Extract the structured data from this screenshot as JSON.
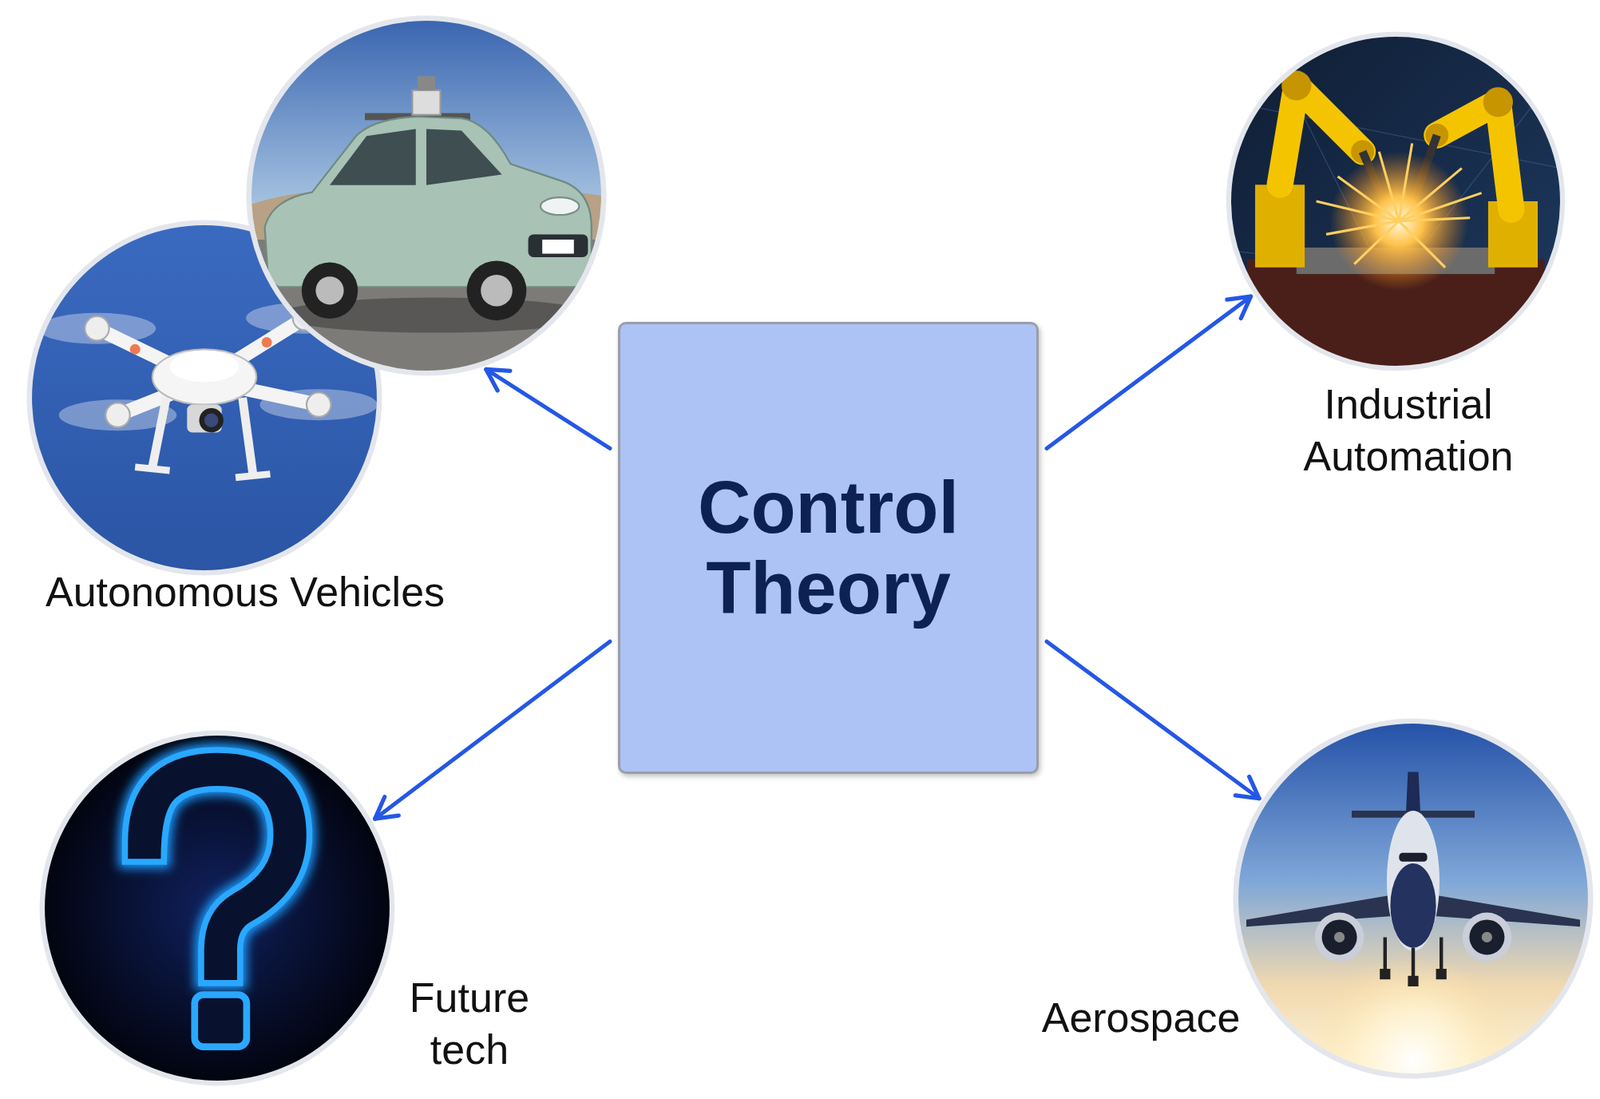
{
  "diagram": {
    "nodes": [
      {
        "text": [
          "Autonomous Vehicles"
        ]
      },
      {
        "text": [
          "Industrial Automation"
        ]
      },
      {
        "text": [
          "Control Theory"
        ]
      },
      {
        "text": [
          "Future tech"
        ]
      },
      {
        "text": [
          "Aerospace"
        ]
      }
    ],
    "edges": [
      {
        "from": 2,
        "to": 0,
        "arrow": "to"
      },
      {
        "from": 2,
        "to": 1,
        "arrow": "to"
      },
      {
        "from": 2,
        "to": 3,
        "arrow": "to"
      },
      {
        "from": 2,
        "to": 4,
        "arrow": "to"
      }
    ]
  }
}
